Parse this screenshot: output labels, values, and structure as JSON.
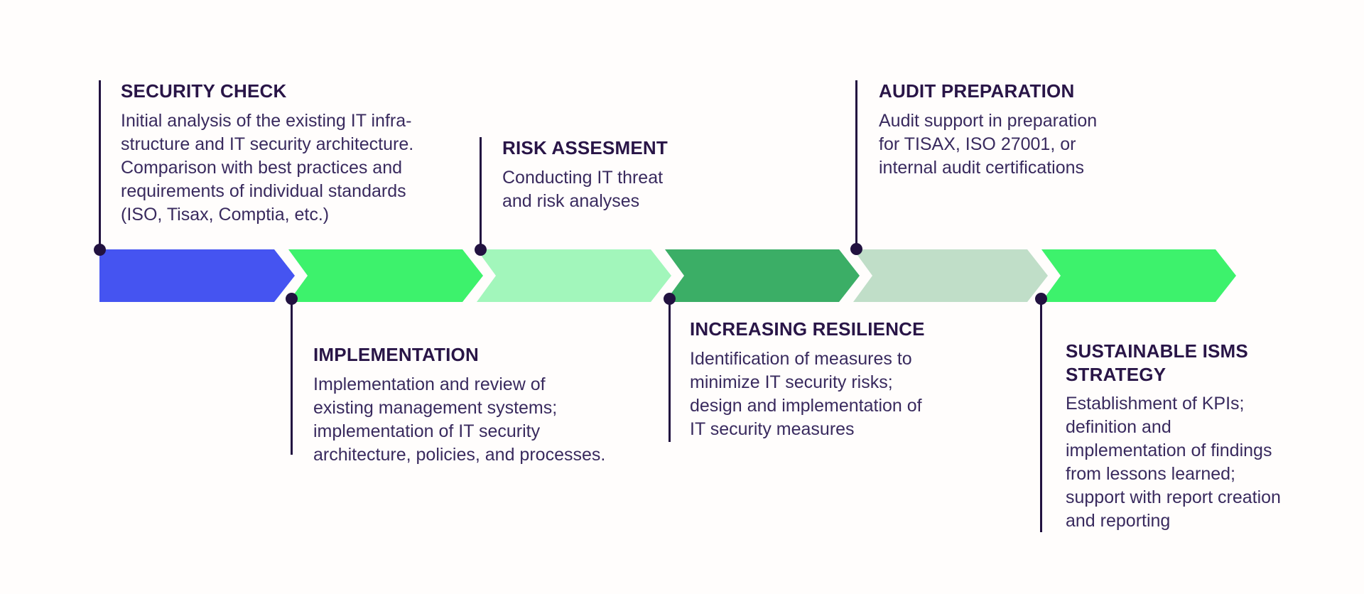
{
  "diagram": {
    "type": "process-flow",
    "background": "#FFFDFC",
    "connector_color": "#221240",
    "heading_color": "#291547",
    "body_color": "#392A5E",
    "steps": [
      {
        "title": "SECURITY CHECK",
        "description": "Initial analysis of the existing IT infra-\nstructure and IT security architecture.\nComparison with best practices and\nrequirements of individual standards\n(ISO, Tisax, Comptia, etc.)",
        "arrow_color": "#4554F1",
        "label_position": "top"
      },
      {
        "title": "IMPLEMENTATION",
        "description": "Implementation and review of\nexisting management systems;\nimplementation of IT security\narchitecture, policies, and processes.",
        "arrow_color": "#3DF26C",
        "label_position": "bottom"
      },
      {
        "title": "RISK ASSESMENT",
        "description": "Conducting IT threat\nand risk analyses",
        "arrow_color": "#A2F6BB",
        "label_position": "top"
      },
      {
        "title": "INCREASING RESILIENCE",
        "description": "Identification of measures to\nminimize IT security risks;\ndesign and implementation of\nIT security measures",
        "arrow_color": "#3BAE66",
        "label_position": "bottom"
      },
      {
        "title": "AUDIT PREPARATION",
        "description": "Audit support in preparation\nfor TISAX, ISO 27001, or\ninternal audit certifications",
        "arrow_color": "#C0DEC8",
        "label_position": "top"
      },
      {
        "title": "SUSTAINABLE ISMS\nSTRATEGY",
        "description": "Establishment of KPIs;\ndefinition and\nimplementation of findings\nfrom lessons learned;\nsupport with report creation\nand reporting",
        "arrow_color": "#3DF26C",
        "label_position": "bottom"
      }
    ]
  }
}
